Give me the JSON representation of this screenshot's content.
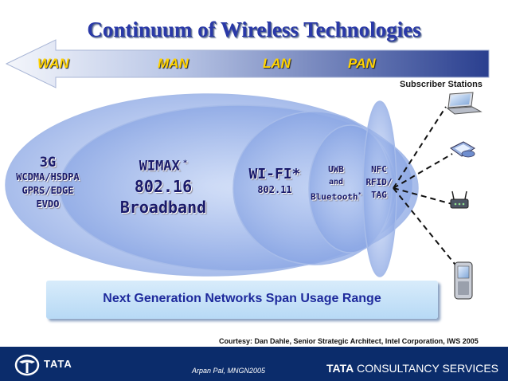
{
  "slide": {
    "title": "Continuum of Wireless Technologies",
    "range_labels": [
      "WAN",
      "MAN",
      "LAN",
      "PAN"
    ],
    "subscriber_stations": "Subscriber Stations",
    "technologies": {
      "g3": {
        "name": "3G",
        "lines": [
          "WCDMA/HSDPA",
          "GPRS/EDGE",
          "EVDO"
        ]
      },
      "wimax": {
        "name": "WIMAX",
        "mark": "*",
        "lines": [
          "802.16",
          "Broadband"
        ]
      },
      "wifi": {
        "name": "WI-FI*",
        "lines": [
          "802.11"
        ]
      },
      "uwb": {
        "lines": [
          "UWB",
          "and",
          "Bluetooth"
        ],
        "mark": "*"
      },
      "nfc": {
        "lines": [
          "NFC",
          "RFID/",
          "TAG"
        ]
      }
    },
    "banner": "Next Generation Networks Span Usage Range",
    "courtesy": "Courtesy: Dan Dahle,  Senior Strategic Architect, Intel Corporation, IWS 2005"
  },
  "footer": {
    "brand": "TATA",
    "author": "Arpan Pal,  MNGN2005",
    "company_bold": "TATA",
    "company_rest": " CONSULTANCY SERVICES"
  },
  "devices": [
    "laptop-icon",
    "pda-icon",
    "router-icon",
    "phone-icon"
  ],
  "colors": {
    "title": "#2a39a8",
    "arrow": "#2a3f8f",
    "band_label": "#ffd200",
    "footer": "#0b2c6b",
    "ellipse": "#9fb6ea"
  }
}
